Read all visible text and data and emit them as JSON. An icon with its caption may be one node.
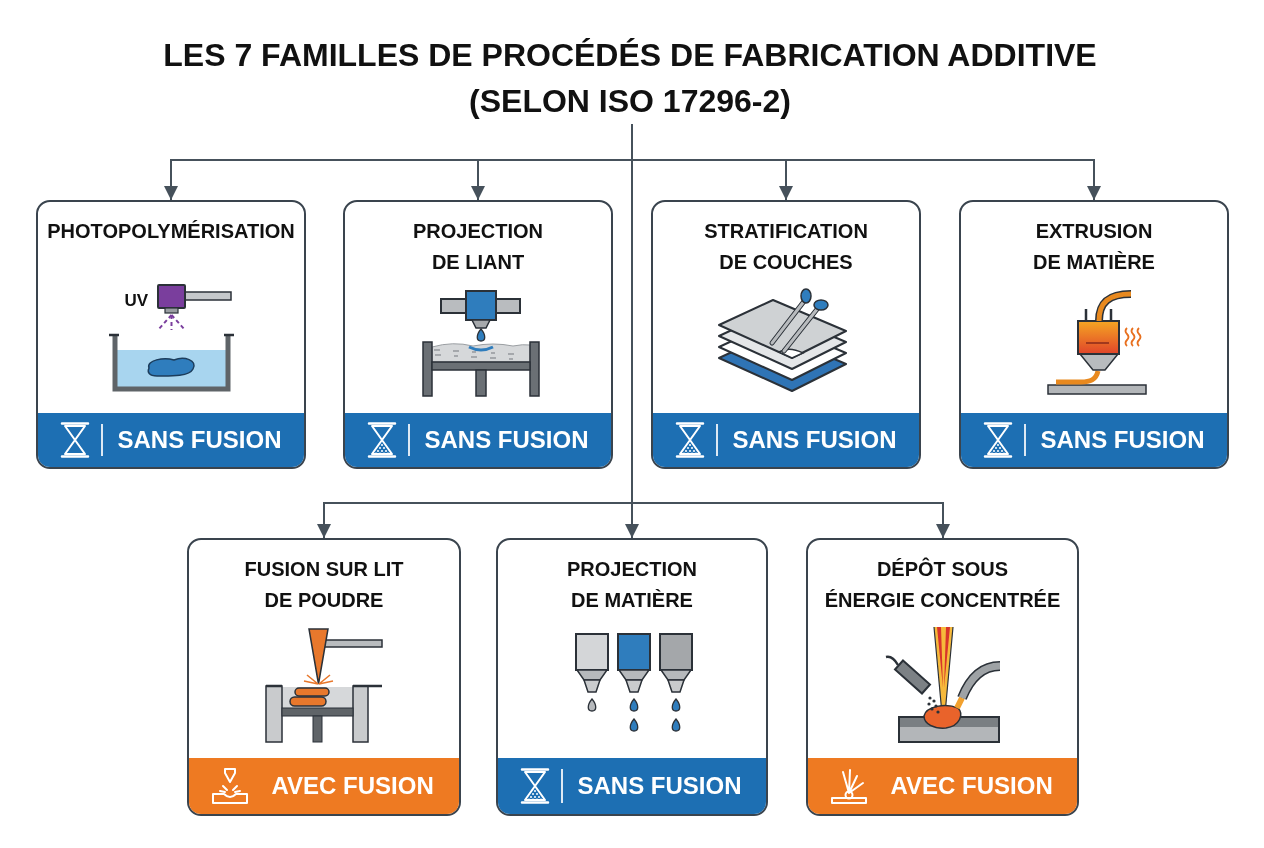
{
  "diagram": {
    "nodes": [
      {
        "text": [
          "LES 7 FAMILLES DE PROCÉDÉS DE FABRICATION ADDITIVE (SELON ISO 17296-2)"
        ]
      },
      {
        "text": [
          "PHOTOPOLYMÉRISATION"
        ]
      },
      {
        "text": [
          "SANS FUSION"
        ],
        "in": 1
      },
      {
        "text": [
          "PROJECTION DE LIANT"
        ]
      },
      {
        "text": [
          "SANS FUSION"
        ],
        "in": 3
      },
      {
        "text": [
          "STRATIFICATION DE COUCHES"
        ]
      },
      {
        "text": [
          "SANS FUSION"
        ],
        "in": 5
      },
      {
        "text": [
          "EXTRUSION DE MATIÈRE"
        ]
      },
      {
        "text": [
          "SANS FUSION"
        ],
        "in": 7
      },
      {
        "text": [
          "FUSION SUR LIT DE POUDRE"
        ]
      },
      {
        "text": [
          "AVEC FUSION"
        ],
        "in": 9
      },
      {
        "text": [
          "PROJECTION DE MATIÈRE"
        ]
      },
      {
        "text": [
          "SANS FUSION"
        ],
        "in": 11
      },
      {
        "text": [
          "DÉPÔT SOUS ÉNERGIE CONCENTRÉE"
        ]
      },
      {
        "text": [
          "AVEC FUSION"
        ],
        "in": 13
      }
    ],
    "edges": [
      {
        "from": 0,
        "to": 1,
        "arrow": "to"
      },
      {
        "from": 0,
        "to": 3,
        "arrow": "to"
      },
      {
        "from": 0,
        "to": 5,
        "arrow": "to"
      },
      {
        "from": 0,
        "to": 7,
        "arrow": "to"
      },
      {
        "from": 0,
        "to": 9,
        "arrow": "to"
      },
      {
        "from": 0,
        "to": 11,
        "arrow": "to"
      },
      {
        "from": 0,
        "to": 13,
        "arrow": "to"
      }
    ],
    "labels": [
      "UV"
    ]
  }
}
